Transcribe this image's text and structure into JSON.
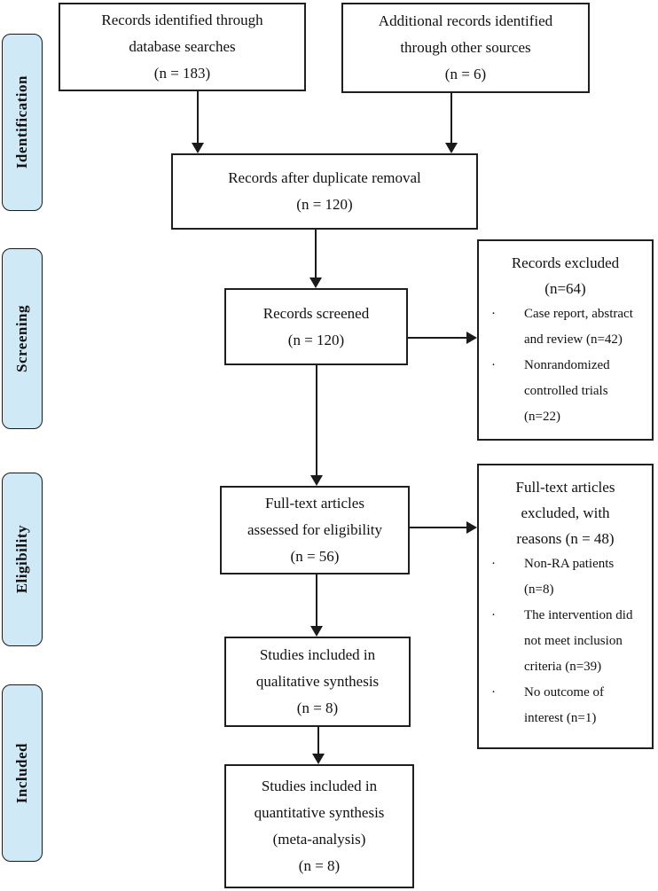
{
  "figure": {
    "type": "prisma-flow-diagram",
    "colors": {
      "stage_fill": "#cfe9f7",
      "box_border": "#1f1f1f",
      "text": "#111111"
    }
  },
  "stages": [
    {
      "label": "Identification"
    },
    {
      "label": "Screening"
    },
    {
      "label": "Eligibility"
    },
    {
      "label": "Included"
    }
  ],
  "flow": {
    "identified": "Records identified through\ndatabase searches\n(n = 183)",
    "additional": "Additional records identified\nthrough other sources\n(n = 6)",
    "after_duplicates": "Records after duplicate removal\n(n = 120)",
    "screened": "Records screened\n(n = 120)",
    "fulltext_assessed": "Full-text articles\nassessed for eligibility\n(n = 56)",
    "qualitative": "Studies included in\nqualitative synthesis\n(n = 8)",
    "quantitative": "Studies included in\nquantitative synthesis\n(meta-analysis)\n(n = 8)"
  },
  "exclusions": {
    "records_excluded": {
      "title": "Records excluded\n(n=64)",
      "bullet_glyph": "·",
      "items": [
        "Case report, abstract and review (n=42)",
        "Nonrandomized controlled trials (n=22)"
      ]
    },
    "fulltext_excluded": {
      "title": "Full-text articles\nexcluded, with\nreasons (n = 48)",
      "bullet_glyph": "·",
      "items": [
        "Non-RA patients (n=8)",
        "The intervention did not meet inclusion criteria (n=39)",
        "No outcome of interest (n=1)"
      ]
    }
  }
}
